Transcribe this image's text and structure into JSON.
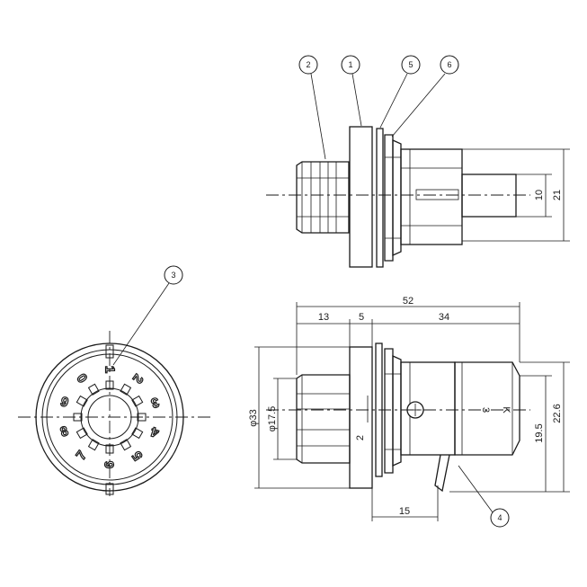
{
  "callouts": [
    "1",
    "2",
    "3",
    "4",
    "5",
    "6"
  ],
  "dimensions": {
    "d52": "52",
    "d13": "13",
    "d5": "5",
    "d34": "34",
    "d10": "10",
    "d21": "21",
    "d33": "φ33",
    "d17_5": "φ17.5",
    "d22_6": "22.6",
    "d19_5": "19.5",
    "d15": "15"
  },
  "dial_digits": [
    "0",
    "1",
    "2",
    "3",
    "4",
    "5",
    "6",
    "7",
    "8",
    "9"
  ],
  "marks": {
    "label_2": "2",
    "label_3": "3",
    "label_k": "K"
  }
}
